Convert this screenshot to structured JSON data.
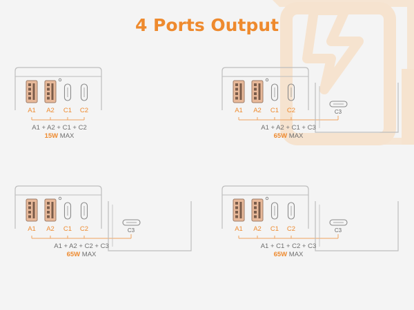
{
  "title": "4 Ports Output",
  "colors": {
    "accent": "#ee8a2e",
    "bracket": "#f0a25c",
    "outline": "#bdbdbd",
    "port_fill": "#e8b99a",
    "watermark": "#f6e3cf"
  },
  "icons": [
    "lightning-bolt-icon",
    "usb-a-port-icon",
    "usb-c-port-icon"
  ],
  "panels": [
    {
      "ports": [
        "A1",
        "A2",
        "C1",
        "C2"
      ],
      "has_c3": false,
      "formula": "A1 + A2 + C1 + C2",
      "power_value": "15W",
      "power_unit": "MAX"
    },
    {
      "ports": [
        "A1",
        "A2",
        "C1",
        "C2"
      ],
      "has_c3": true,
      "c3_label": "C3",
      "formula": "A1 + A2 + C1 + C3",
      "power_value": "65W",
      "power_unit": "MAX"
    },
    {
      "ports": [
        "A1",
        "A2",
        "C1",
        "C2"
      ],
      "has_c3": true,
      "c3_label": "C3",
      "formula": "A1 + A2 + C2 + C3",
      "power_value": "65W",
      "power_unit": "MAX"
    },
    {
      "ports": [
        "A1",
        "A2",
        "C1",
        "C2"
      ],
      "has_c3": true,
      "c3_label": "C3",
      "formula": "A1 + C1 + C2 + C3",
      "power_value": "65W",
      "power_unit": "MAX"
    }
  ]
}
